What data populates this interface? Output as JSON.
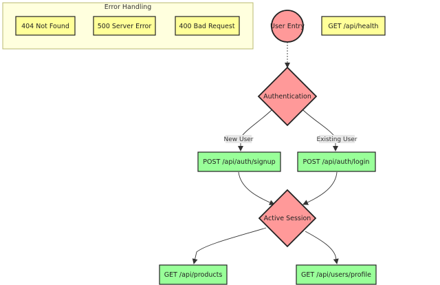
{
  "colors": {
    "error_node_fill": "#ffff99",
    "endpoint_fill": "#99ff99",
    "decision_fill": "#ff9999",
    "group_fill": "#ffffde",
    "group_stroke": "#b8b870",
    "label_bg": "#e8e8e8"
  },
  "group": {
    "title": "Error Handling"
  },
  "nodes": {
    "err404": "404 Not Found",
    "err500": "500 Server Error",
    "err400": "400 Bad Request",
    "user_entry": "User Entry",
    "health": "GET /api/health",
    "authentication": "Authentication",
    "signup": "POST /api/auth/signup",
    "login": "POST /api/auth/login",
    "active_session": "Active Session",
    "products": "GET /api/products",
    "profile": "GET /api/users/profile"
  },
  "edge_labels": {
    "new_user": "New User",
    "existing_user": "Existing User"
  }
}
